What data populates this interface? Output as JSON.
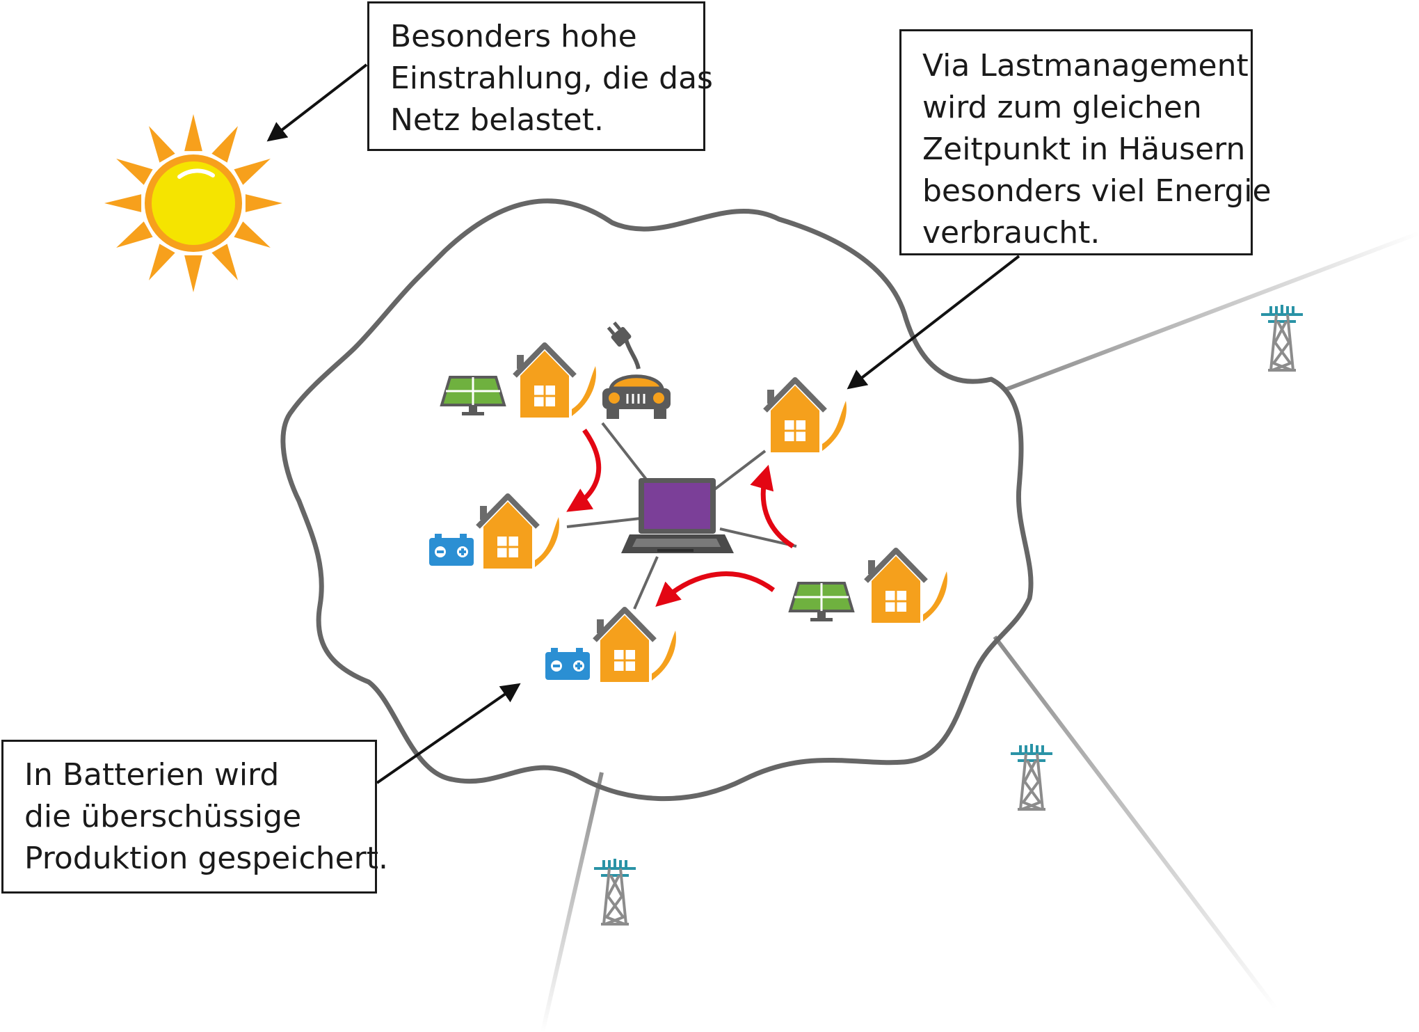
{
  "callouts": {
    "sun": {
      "lines": [
        "Besonders hohe",
        "Einstrahlung, die das",
        "Netz belastet."
      ]
    },
    "load_management": {
      "lines": [
        "Via Lastmanagement",
        "wird zum gleichen",
        "Zeitpunkt in Häusern",
        "besonders viel Energie",
        "verbraucht."
      ]
    },
    "battery": {
      "lines": [
        "In Batterien wird",
        "die überschüssige",
        "Produktion gespeichert."
      ]
    }
  },
  "icons": {
    "sun": "sun-icon",
    "house": "house-icon",
    "solar_panel": "solar-panel-icon",
    "battery": "battery-icon",
    "electric_car": "electric-car-icon",
    "laptop": "laptop-icon",
    "pylon": "power-pylon-icon"
  },
  "colors": {
    "sun_ray": "#f7a01c",
    "sun_core": "#f5e400",
    "house": "#f5a01c",
    "roof": "#6b6b6b",
    "solar_panel": "#6fb13f",
    "battery": "#2b8fd3",
    "laptop_screen": "#7b3f98",
    "flow_arrow": "#e30613",
    "blob_outline": "#666666",
    "pylon": "#2a93a6",
    "line_gray": "#8a8a8a"
  }
}
